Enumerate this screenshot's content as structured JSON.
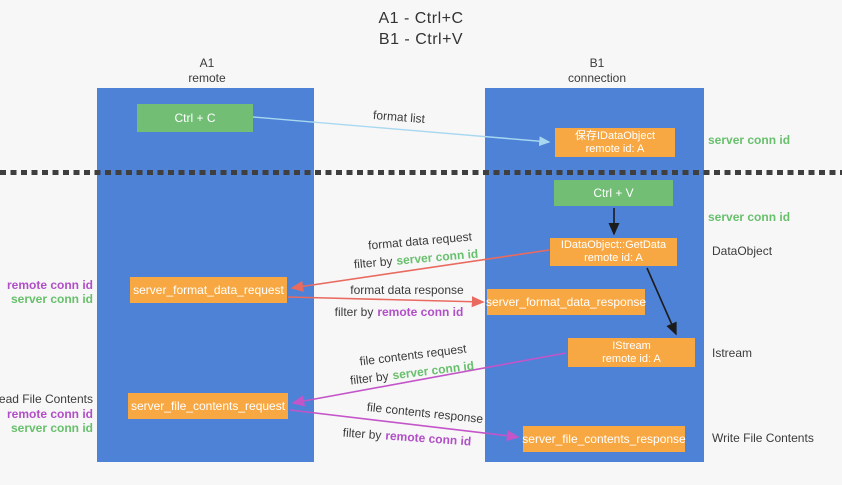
{
  "title": {
    "line1": "A1 - Ctrl+C",
    "line2": "B1 - Ctrl+V"
  },
  "lanes": {
    "left": {
      "name": "A1",
      "subtitle": "remote"
    },
    "right": {
      "name": "B1",
      "subtitle": "connection"
    }
  },
  "nodes": {
    "ctrl_c": "Ctrl + C",
    "ctrl_v": "Ctrl + V",
    "save_dataobject": {
      "line1": "保存IDataObject",
      "line2": "remote id: A"
    },
    "getdata": {
      "line1": "IDataObject::GetData",
      "line2": "remote id: A"
    },
    "istream": {
      "line1": "IStream",
      "line2": "remote id: A"
    },
    "format_request": "server_format_data_request",
    "format_response": "server_format_data_response",
    "file_request": "server_file_contents_request",
    "file_response": "server_file_contents_response"
  },
  "side_labels": {
    "server_conn_id_top": "server conn id",
    "server_conn_id_mid": "server conn id",
    "dataobject": "DataObject",
    "istream": "Istream",
    "write_file_contents": "Write File Contents",
    "read_file_contents": "Read File Contents",
    "remote_conn_id_1": "remote conn id",
    "server_conn_id_1": "server conn id",
    "remote_conn_id_2": "remote conn id",
    "server_conn_id_2": "server conn id"
  },
  "arrow_labels": {
    "format_list": "format list",
    "format_data_request": "format data request",
    "format_data_response": "format data response",
    "file_contents_request": "file contents request",
    "file_contents_response": "file contents response",
    "filter1": {
      "prefix": "filter by",
      "value": "server conn id"
    },
    "filter2": {
      "prefix": "filter by",
      "value": "remote conn id"
    },
    "filter3": {
      "prefix": "filter by",
      "value": "server conn id"
    },
    "filter4": {
      "prefix": "filter by",
      "value": "remote conn id"
    }
  },
  "colors": {
    "lane_blue": "#4d82d7",
    "node_green": "#72be75",
    "node_orange": "#f8a843",
    "arrow_lightblue": "#a8d8f0",
    "arrow_red": "#e96b60",
    "arrow_magenta": "#c455c8",
    "arrow_black": "#1c1c1c",
    "text_green": "#68c06c",
    "text_purple": "#b14fc6",
    "text_dark": "#3b3b3b"
  }
}
